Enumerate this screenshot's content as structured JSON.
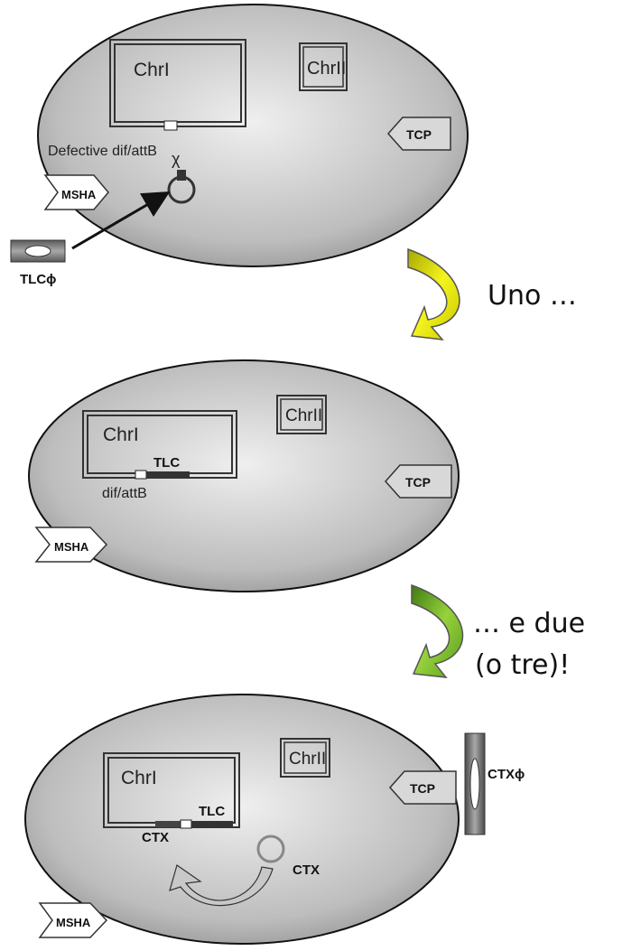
{
  "cell1": {
    "chr1_label": "ChrI",
    "chr2_label": "ChrII",
    "defective_label": "Defective dif/attB",
    "chi_label": "χ",
    "tcp_label": "TCP",
    "msha_label": "MSHA",
    "phage_label": "TLCϕ"
  },
  "cell2": {
    "chr1_label": "ChrI",
    "chr2_label": "ChrII",
    "tlc_label": "TLC",
    "attb_label": "dif/attB",
    "tcp_label": "TCP",
    "msha_label": "MSHA"
  },
  "cell3": {
    "chr1_label": "ChrI",
    "chr2_label": "ChrII",
    "tlc_label": "TLC",
    "ctx_label": "CTX",
    "ctx_plasmid_label": "CTX",
    "tcp_label": "TCP",
    "msha_label": "MSHA",
    "phage_label": "CTXϕ"
  },
  "captions": {
    "step1": "Uno …",
    "step2_line1": "… e due",
    "step2_line2": "(o tre)!"
  },
  "colors": {
    "arrow1_fill": "#e8e81a",
    "arrow2_fill": "#7cba2a"
  }
}
